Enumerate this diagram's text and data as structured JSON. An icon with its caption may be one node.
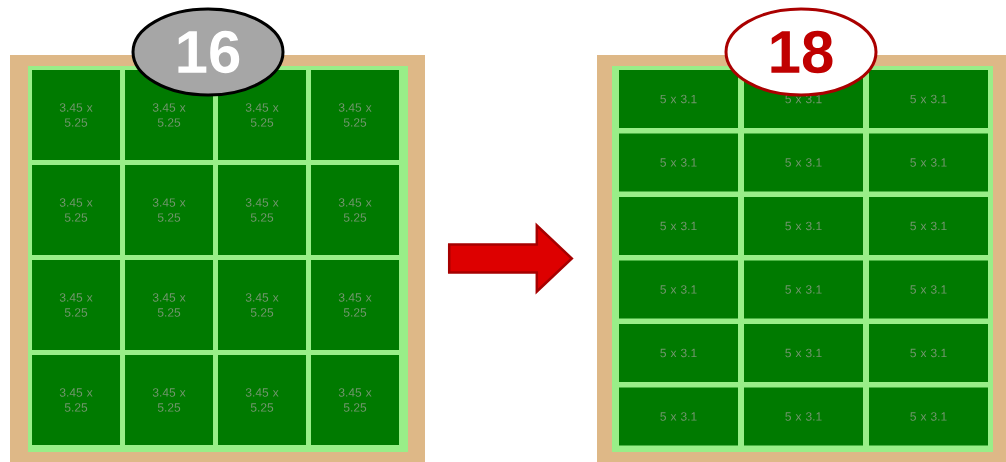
{
  "diagram": {
    "nodes": [
      {
        "text": [],
        "shape": "box"
      },
      {
        "text": [
          "3.45 x 5.25"
        ],
        "in": 0
      },
      {
        "text": [
          "3.45 x 5.25"
        ],
        "in": 0
      },
      {
        "text": [
          "3.45 x 5.25"
        ],
        "in": 0
      },
      {
        "text": [
          "3.45 x 5.25"
        ],
        "in": 0
      },
      {
        "text": [
          "3.45 x 5.25"
        ],
        "in": 0
      },
      {
        "text": [
          "3.45 x 5.25"
        ],
        "in": 0
      },
      {
        "text": [
          "3.45 x 5.25"
        ],
        "in": 0
      },
      {
        "text": [
          "3.45 x 5.25"
        ],
        "in": 0
      },
      {
        "text": [
          "3.45 x 5.25"
        ],
        "in": 0
      },
      {
        "text": [
          "3.45 x 5.25"
        ],
        "in": 0
      },
      {
        "text": [
          "3.45 x 5.25"
        ],
        "in": 0
      },
      {
        "text": [
          "3.45 x 5.25"
        ],
        "in": 0
      },
      {
        "text": [
          "3.45 x 5.25"
        ],
        "in": 0
      },
      {
        "text": [
          "3.45 x 5.25"
        ],
        "in": 0
      },
      {
        "text": [
          "3.45 x 5.25"
        ],
        "in": 0
      },
      {
        "text": [
          "3.45 x 5.25"
        ],
        "in": 0
      },
      {
        "text": [
          "16"
        ]
      },
      {
        "text": [],
        "shape": "box"
      },
      {
        "text": [
          "5 x 3.1"
        ],
        "in": 18
      },
      {
        "text": [
          "5 x 3.1"
        ],
        "in": 18
      },
      {
        "text": [
          "5 x 3.1"
        ],
        "in": 18
      },
      {
        "text": [
          "5 x 3.1"
        ],
        "in": 18
      },
      {
        "text": [
          "5 x 3.1"
        ],
        "in": 18
      },
      {
        "text": [
          "5 x 3.1"
        ],
        "in": 18
      },
      {
        "text": [
          "5 x 3.1"
        ],
        "in": 18
      },
      {
        "text": [
          "5 x 3.1"
        ],
        "in": 18
      },
      {
        "text": [
          "5 x 3.1"
        ],
        "in": 18
      },
      {
        "text": [
          "5 x 3.1"
        ],
        "in": 18
      },
      {
        "text": [
          "5 x 3.1"
        ],
        "in": 18
      },
      {
        "text": [
          "5 x 3.1"
        ],
        "in": 18
      },
      {
        "text": [
          "5 x 3.1"
        ],
        "in": 18
      },
      {
        "text": [
          "5 x 3.1"
        ],
        "in": 18
      },
      {
        "text": [
          "5 x 3.1"
        ],
        "in": 18
      },
      {
        "text": [
          "5 x 3.1"
        ],
        "in": 18
      },
      {
        "text": [
          "5 x 3.1"
        ],
        "in": 18
      },
      {
        "text": [
          "5 x 3.1"
        ],
        "in": 18
      },
      {
        "text": [
          "18"
        ]
      }
    ],
    "edges": [
      {
        "from": 0,
        "to": 18,
        "arrow": "to",
        "style": "thick",
        "color": "#dd0000"
      }
    ]
  }
}
